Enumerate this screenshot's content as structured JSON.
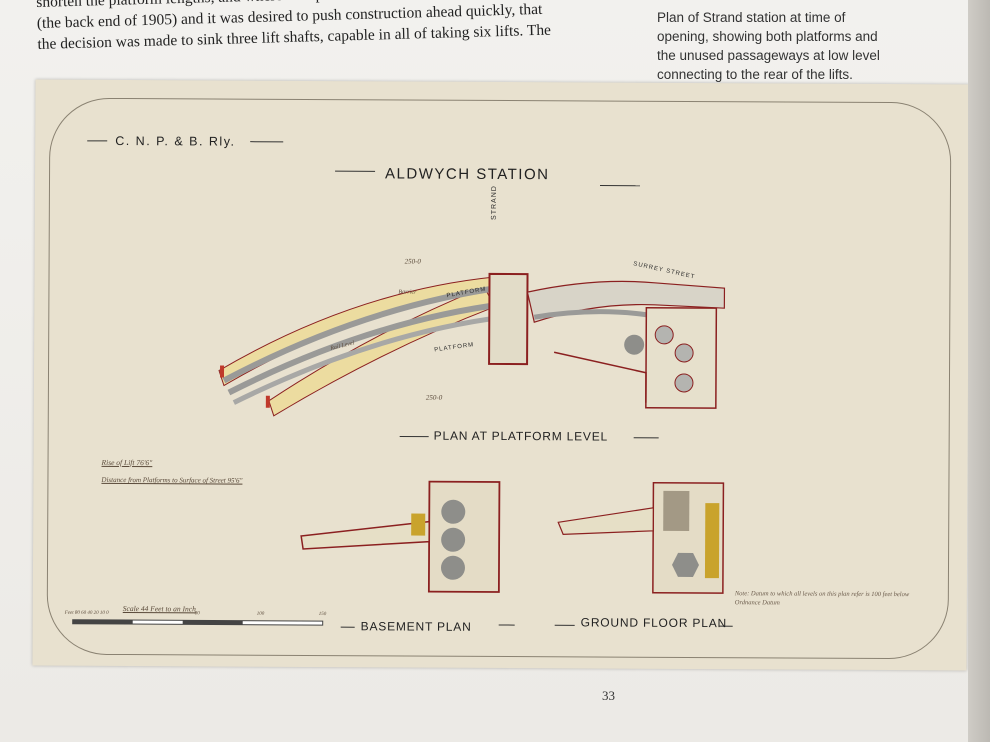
{
  "body_text": {
    "lines": [
      "shorten the platform lengths, and where occupation of the station site was very late",
      "(the back end of 1905) and it was desired to push construction ahead quickly, that",
      "the decision was made to sink three lift shafts, capable in all of taking six lifts. The"
    ]
  },
  "caption": {
    "lines": [
      "Plan of Strand station at time of",
      "opening, showing both platforms and",
      "the unused passageways at low level",
      "connecting to the rear of the lifts."
    ]
  },
  "plan": {
    "railway": "C. N. P. & B. Rly.",
    "title": "ALDWYCH STATION",
    "platform_plan_title": "PLAN AT PLATFORM LEVEL",
    "basement_title": "BASEMENT PLAN",
    "ground_title": "GROUND FLOOR PLAN",
    "strand": "STRAND",
    "surrey_street": "SURREY STREET",
    "platform_label": "PLATFORM",
    "barrier": "Barrier",
    "rail_level": "Rail Level",
    "radius_top": "250-0",
    "radius_bottom": "250-0",
    "rise_of_lift": "Rise of Lift 76'6\"",
    "distance_note": "Distance from Platforms to Surface of Street 95'6\"",
    "scale_label": "Scale 44 Feet to an Inch",
    "scale_ticks": [
      "Feet 80 60 40 20 10 0",
      "80",
      "100",
      "150"
    ],
    "note": "Note: Datum to which all levels on this plan refer is 100 feet below Ordnance Datum"
  },
  "page_number": "33",
  "colors": {
    "paper": "#e8e1cf",
    "wall_red": "#8b2020",
    "platform_yellow": "#ecdca0",
    "track_grey": "#9a9a98",
    "lift_grey": "#8e8e8a",
    "ochre": "#c9a32c"
  }
}
